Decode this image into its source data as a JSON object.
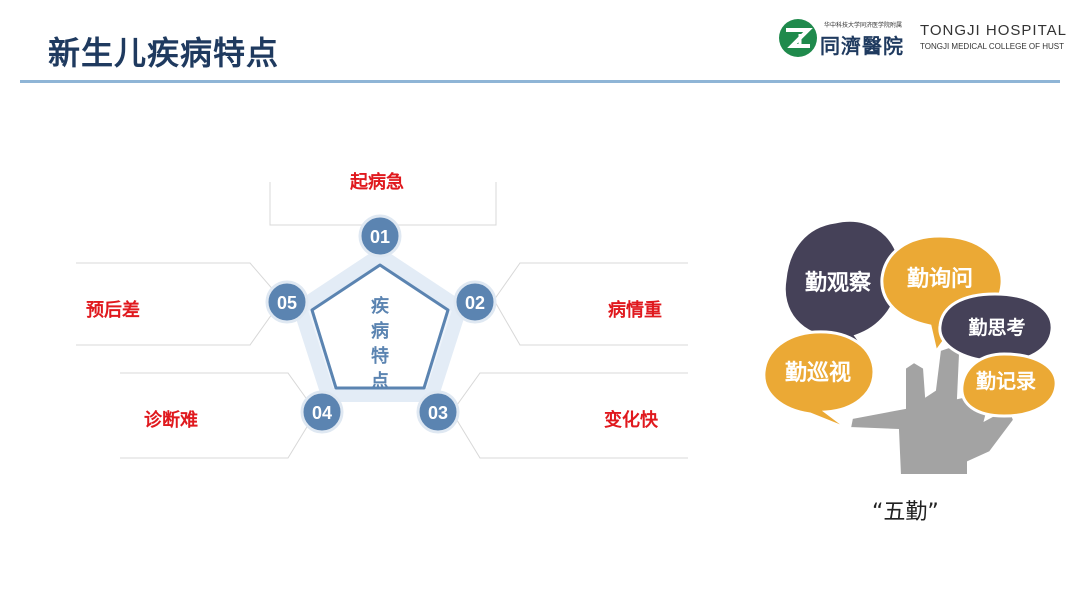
{
  "header": {
    "title": "新生儿疾病特点",
    "logo": {
      "small_text": "华中科技大学同济医学院附属",
      "cn_name": "同濟醫院",
      "en_name": "TONGJI HOSPITAL",
      "en_sub": "TONGJI MEDICAL COLLEGE OF HUST"
    }
  },
  "diagram": {
    "center_text": [
      "疾",
      "病",
      "特",
      "点"
    ],
    "nodes": [
      {
        "num": "01",
        "label": "起病急"
      },
      {
        "num": "02",
        "label": "病情重"
      },
      {
        "num": "03",
        "label": "变化快"
      },
      {
        "num": "04",
        "label": "诊断难"
      },
      {
        "num": "05",
        "label": "预后差"
      }
    ]
  },
  "illustration": {
    "bubbles": [
      "勤观察",
      "勤询问",
      "勤思考",
      "勤巡视",
      "勤记录"
    ],
    "caption": "“五勤”"
  },
  "colors": {
    "title": "#1f3a5f",
    "accent_red": "#e0191e",
    "node_blue": "#5b84b1",
    "bubble_dark": "#454158",
    "bubble_orange": "#eba935",
    "hand_gray": "#a3a3a3"
  }
}
